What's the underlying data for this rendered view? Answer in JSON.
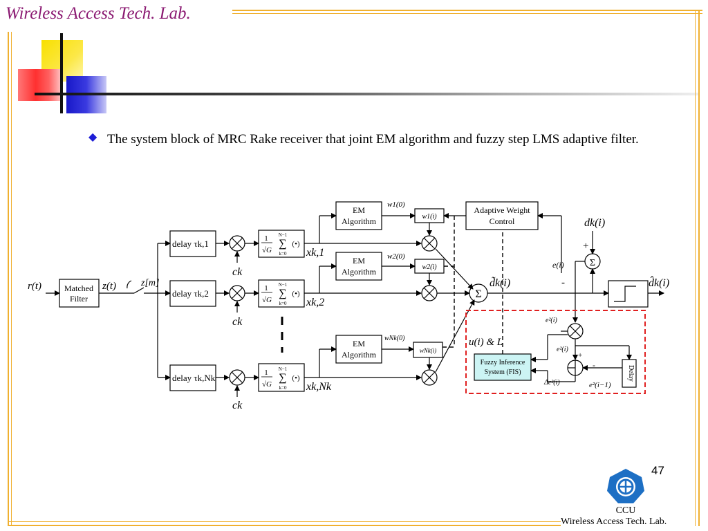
{
  "header": {
    "title": "Wireless Access Tech. Lab."
  },
  "bullet": {
    "icon": "diamond-bullet-icon",
    "text": "The system block of MRC Rake receiver that joint EM algorithm and fuzzy step LMS adaptive filter."
  },
  "diagram": {
    "input_signal": "r(t)",
    "matched_filter": {
      "line1": "Matched",
      "line2": "Filter"
    },
    "filter_output": "z(t)",
    "sampled": "z[m]",
    "branches": [
      {
        "delay": "delay τk,1",
        "code": "ck",
        "output": "xk,1",
        "em_line1": "EM",
        "em_line2": "Algorithm",
        "init_weight": "w1(0)",
        "weight": "w1(i)"
      },
      {
        "delay": "delay τk,2",
        "code": "ck",
        "output": "xk,2",
        "em_line1": "EM",
        "em_line2": "Algorithm",
        "init_weight": "w2(0)",
        "weight": "w2(i)"
      },
      {
        "delay": "delay τk,Nk",
        "code": "ck",
        "output": "xk,Nk",
        "em_line1": "EM",
        "em_line2": "Algorithm",
        "init_weight": "wNk(0)",
        "weight": "wNk(i)"
      }
    ],
    "sum_symbol": "Σ",
    "estimate": "d̃k(i)",
    "decision": "d̂k(i)",
    "desired": "dk(i)",
    "plus": "+",
    "minus": "-",
    "error": "e(i)",
    "adaptive_control": {
      "line1": "Adaptive Weight",
      "line2": "Control"
    },
    "fis": {
      "line1": "Fuzzy Inference",
      "line2": "System (FIS)"
    },
    "fis_output": "u(i) & L",
    "error_sq": "e²(i)",
    "error_sq2": "e²(i)",
    "delta_error": "Δe²(i)",
    "delayed_error": "e²(i−1)",
    "delay_block": "Delay"
  },
  "footer": {
    "page_number": "47",
    "ccu": "CCU",
    "lab": "Wireless Access Tech. Lab."
  },
  "colors": {
    "title": "#8b1a72",
    "border": "#f0b030",
    "bullet": "#1d1dd6",
    "fis_fill": "#ccf4f4",
    "dashed_box": "#e02020"
  }
}
